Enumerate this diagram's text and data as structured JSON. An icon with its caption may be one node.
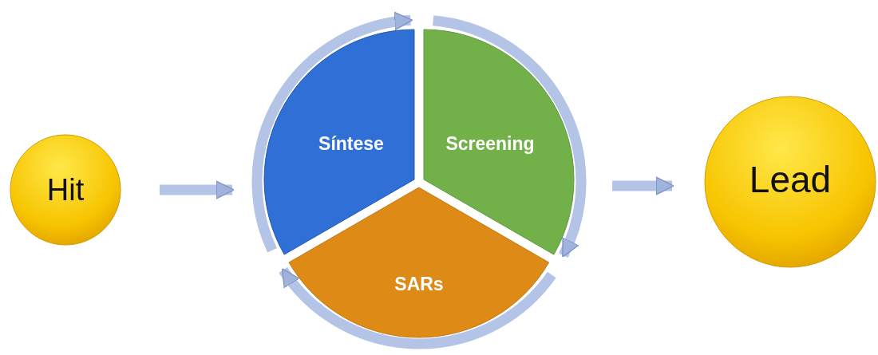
{
  "diagram": {
    "nodes": [
      {
        "text": [
          "Hit"
        ]
      },
      {
        "text": [
          "Síntese"
        ]
      },
      {
        "text": [
          "Screening"
        ]
      },
      {
        "text": [
          "SARs"
        ]
      },
      {
        "text": [
          "Lead"
        ]
      }
    ],
    "edges": [
      {
        "from": 0,
        "to": 1,
        "arrow": "to"
      },
      {
        "from": 1,
        "to": 2,
        "arrow": "to"
      },
      {
        "from": 2,
        "to": 3,
        "arrow": "to"
      },
      {
        "from": 3,
        "to": 1,
        "arrow": "to"
      },
      {
        "from": 2,
        "to": 4,
        "arrow": "to"
      }
    ]
  }
}
